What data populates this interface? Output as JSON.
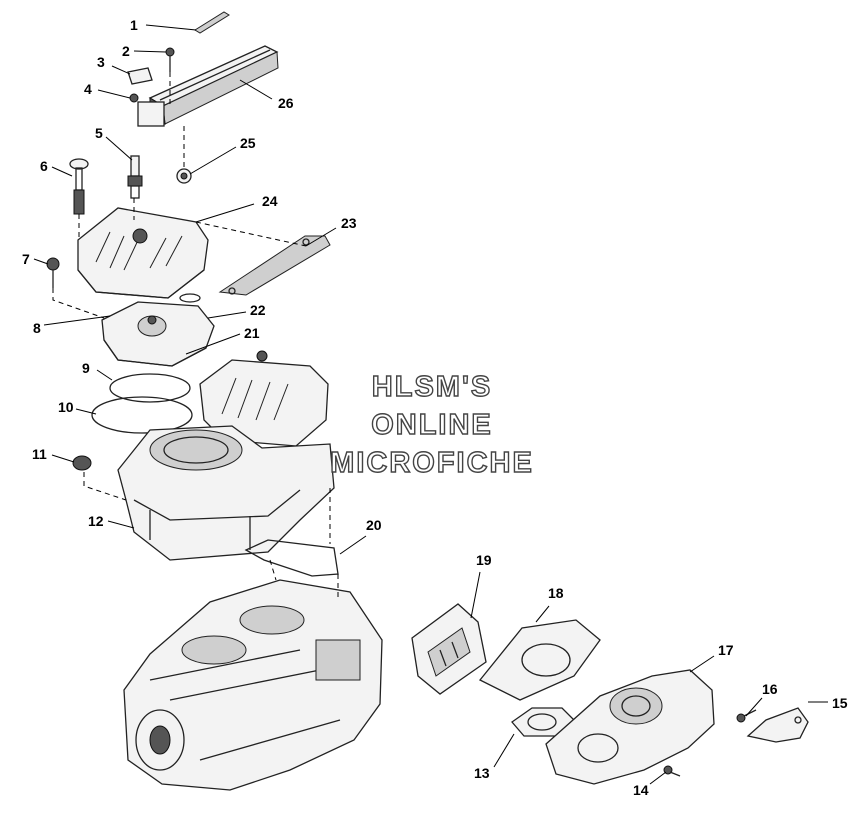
{
  "watermark": {
    "line1": "HLSM'S",
    "line2": "ONLINE",
    "line3": "MICROFICHE"
  },
  "callouts": {
    "c1": "1",
    "c2": "2",
    "c3": "3",
    "c4": "4",
    "c5": "5",
    "c6": "6",
    "c7": "7",
    "c8": "8",
    "c9": "9",
    "c10": "10",
    "c11": "11",
    "c12": "12",
    "c13": "13",
    "c14": "14",
    "c15": "15",
    "c16": "16",
    "c17": "17",
    "c18": "18",
    "c19": "19",
    "c20": "20",
    "c21": "21",
    "c22": "22",
    "c23": "23",
    "c24": "24",
    "c25": "25",
    "c26": "26"
  }
}
